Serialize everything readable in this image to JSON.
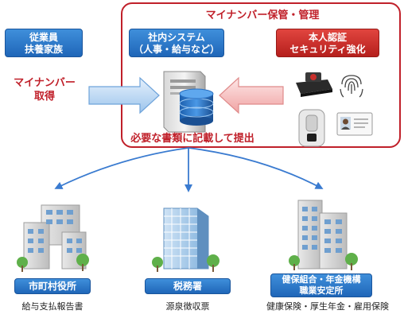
{
  "panel": {
    "title": "マイナンバー保管・管理",
    "system_label_1": "社内システム",
    "system_label_2": "（人事・給与など）",
    "auth_label_1": "本人認証",
    "auth_label_2": "セキュリティ強化",
    "note": "必要な書類に記載して提出"
  },
  "source": {
    "employee_label_1": "従業員",
    "employee_label_2": "扶養家族",
    "acquire_label_1": "マイナンバー",
    "acquire_label_2": "取得"
  },
  "destinations": [
    {
      "name": "市町村役所",
      "caption": "給与支払報告書"
    },
    {
      "name": "税務署",
      "caption": "源泉徴収票"
    },
    {
      "name_1": "健保組合・年金機構",
      "name_2": "職業安定所",
      "caption": "健康保険・厚生年金・雇用保険"
    }
  ],
  "colors": {
    "accent_red": "#c0202a",
    "accent_blue": "#1f66b8",
    "arrow_blue": "#3a7bd0"
  }
}
